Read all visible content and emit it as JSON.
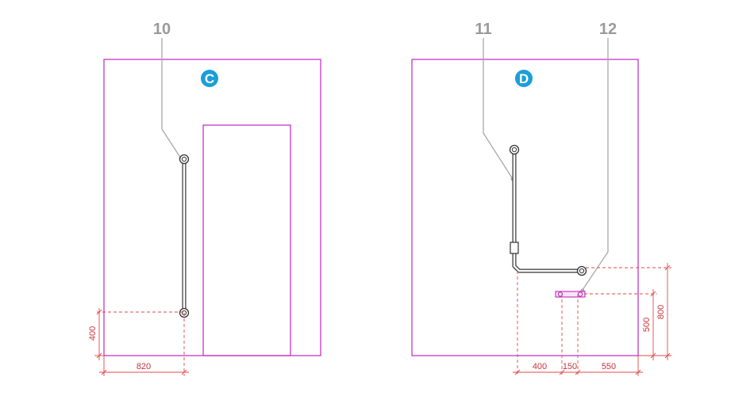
{
  "panels": [
    {
      "id": "C",
      "badge": "C"
    },
    {
      "id": "D",
      "badge": "D"
    }
  ],
  "callouts": {
    "c10": "10",
    "c11": "11",
    "c12": "12"
  },
  "dimensions": {
    "c_height": "400",
    "c_width": "820",
    "d_400": "400",
    "d_150": "150",
    "d_550": "550",
    "d_500": "500",
    "d_800": "800"
  },
  "colors": {
    "wall": "#c026c0",
    "badge": "#1a9fd8",
    "dimension": "#e04a4a",
    "leader": "#a8a8a8",
    "grab_bar": "#333333"
  },
  "icons": {
    "badge": "circle-letter-badge",
    "grab_bar": "grab-bar-icon",
    "toilet_paper_holder": "toilet-paper-holder-icon"
  }
}
